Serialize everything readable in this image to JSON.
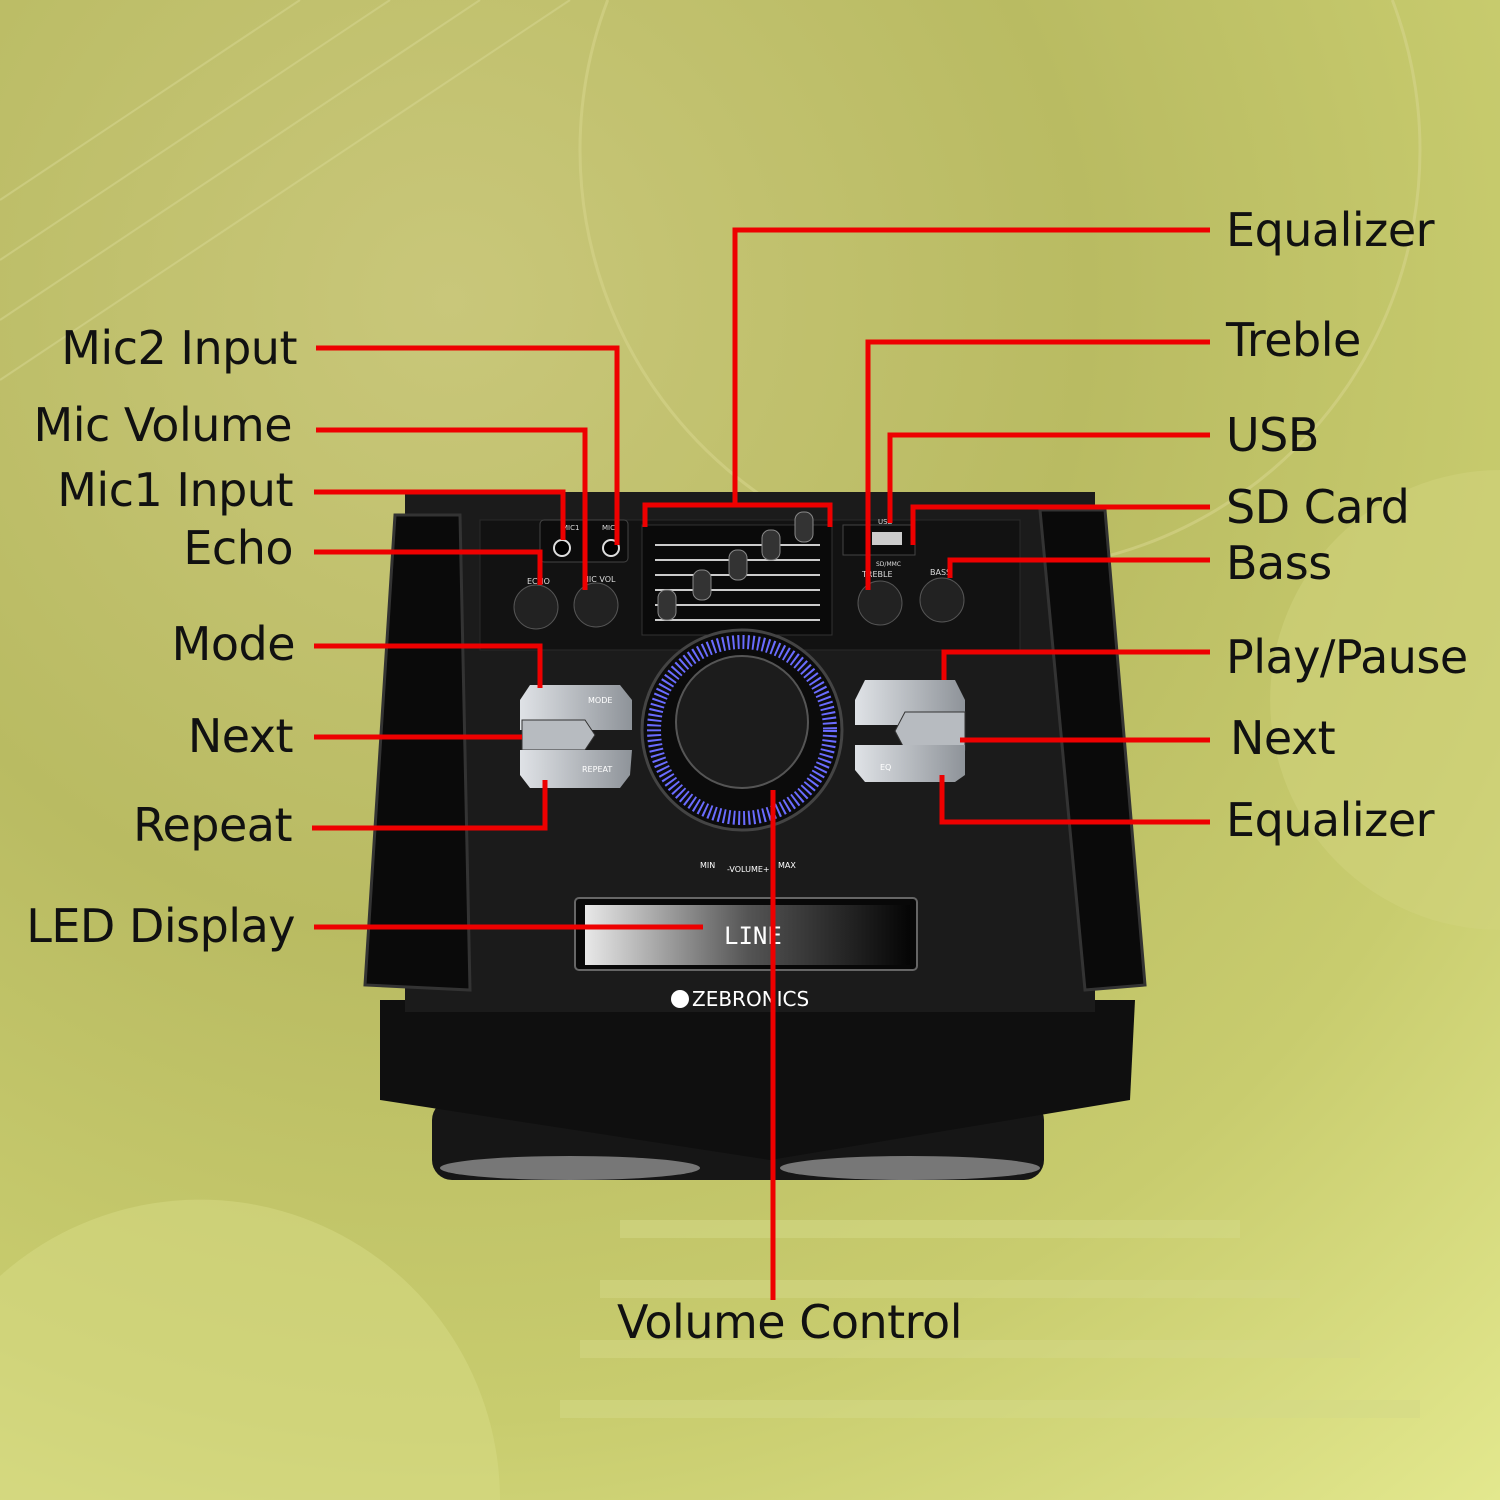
{
  "brand": "ZEBRONICS",
  "display_text": "LINE",
  "device_labels": {
    "mic1": "MIC1",
    "mic2": "MIC",
    "echo": "ECHO",
    "mic_vol": "MIC VOL",
    "treble": "TREBLE",
    "bass": "BASS",
    "usb": "USB",
    "sd": "SD/MMC",
    "mode": "MODE",
    "repeat": "REPEAT",
    "eq": "EQ",
    "volume": "-VOLUME+",
    "min": "MIN",
    "max": "MAX"
  },
  "callouts_left": [
    {
      "label": "Mic2 Input"
    },
    {
      "label": "Mic Volume"
    },
    {
      "label": "Mic1 Input"
    },
    {
      "label": "Echo"
    },
    {
      "label": "Mode"
    },
    {
      "label": "Next"
    },
    {
      "label": "Repeat"
    },
    {
      "label": "LED Display"
    }
  ],
  "callouts_right": [
    {
      "label": "Equalizer"
    },
    {
      "label": "Treble"
    },
    {
      "label": "USB"
    },
    {
      "label": "SD Card"
    },
    {
      "label": "Bass"
    },
    {
      "label": "Play/Pause"
    },
    {
      "label": "Next"
    },
    {
      "label": "Equalizer"
    }
  ],
  "callout_bottom": {
    "label": "Volume Control"
  },
  "colors": {
    "callout_line": "#ee0000",
    "background": "#c3c46c",
    "device": "#141414",
    "led_ring": "#6a6cff"
  }
}
